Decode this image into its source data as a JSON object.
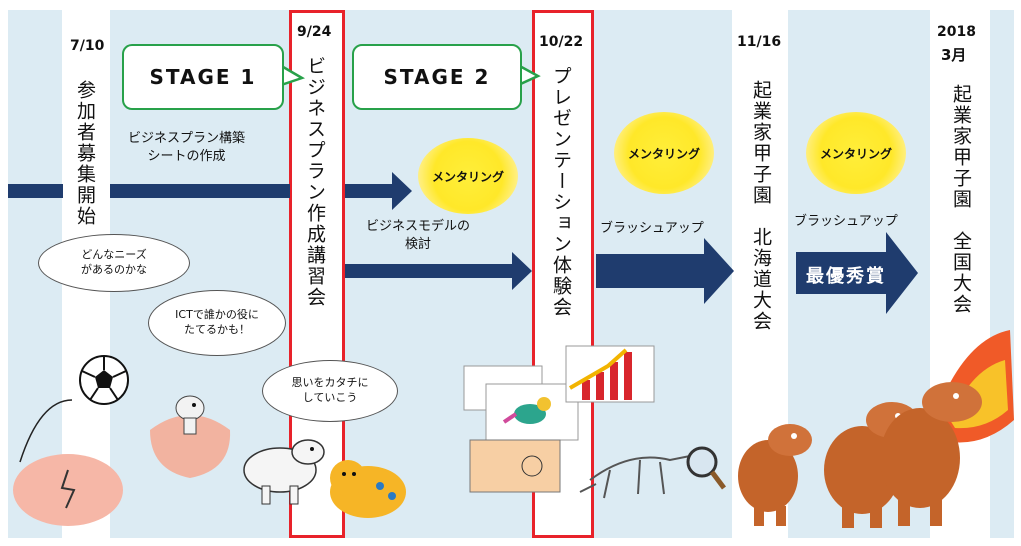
{
  "milestones": [
    {
      "date": "7/10",
      "label": "参加者募集開始"
    },
    {
      "date": "9/24",
      "label": "ビジネスプラン作成講習会"
    },
    {
      "date": "10/22",
      "label": "プレゼンテーション体験会"
    },
    {
      "date": "11/16",
      "label": "起業家甲子園　北海道大会"
    },
    {
      "date_year": "2018",
      "date_month": "3月",
      "label": "起業家甲子園　全国大会"
    }
  ],
  "stages": [
    "STAGE 1",
    "STAGE 2"
  ],
  "activities": {
    "plan_sheet": "ビジネスプラン構築\nシートの作成",
    "model_review": "ビジネスモデルの\n検討",
    "brushup_1": "ブラッシュアップ",
    "brushup_2": "ブラッシュアップ"
  },
  "mentoring": [
    "メンタリング",
    "メンタリング",
    "メンタリング"
  ],
  "thoughts": [
    "どんなニーズ\nがあるのかな",
    "ICTで誰かの役に\nたてるかも！",
    "思いをカタチに\nしていこう"
  ],
  "award": "最優秀賞",
  "colors": {
    "background": "#dcebf3",
    "arrow": "#1f3c6e",
    "stage_border": "#28a14a",
    "highlight_border": "#e8222a",
    "sun": "#ffe829"
  }
}
